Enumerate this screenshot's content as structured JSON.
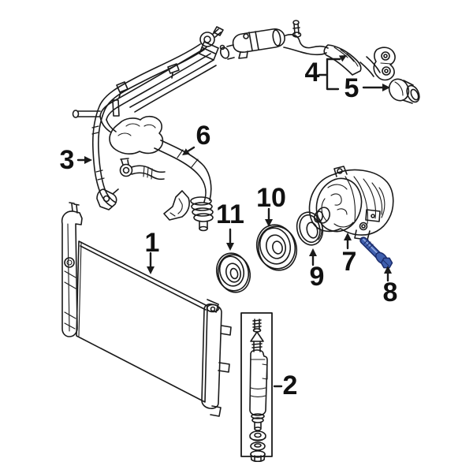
{
  "diagram": {
    "type": "exploded-parts-diagram",
    "background": "#ffffff",
    "line_color": "#1a1a1a",
    "highlight_fill": "#3f5fae",
    "highlight_outline": "#1b2c6b",
    "highlight_sheen": "#93aade",
    "callouts": [
      {
        "label": "1"
      },
      {
        "label": "2"
      },
      {
        "label": "3"
      },
      {
        "label": "4"
      },
      {
        "label": "5"
      },
      {
        "label": "6"
      },
      {
        "label": "7"
      },
      {
        "label": "8"
      },
      {
        "label": "9"
      },
      {
        "label": "10"
      },
      {
        "label": "11"
      }
    ]
  }
}
